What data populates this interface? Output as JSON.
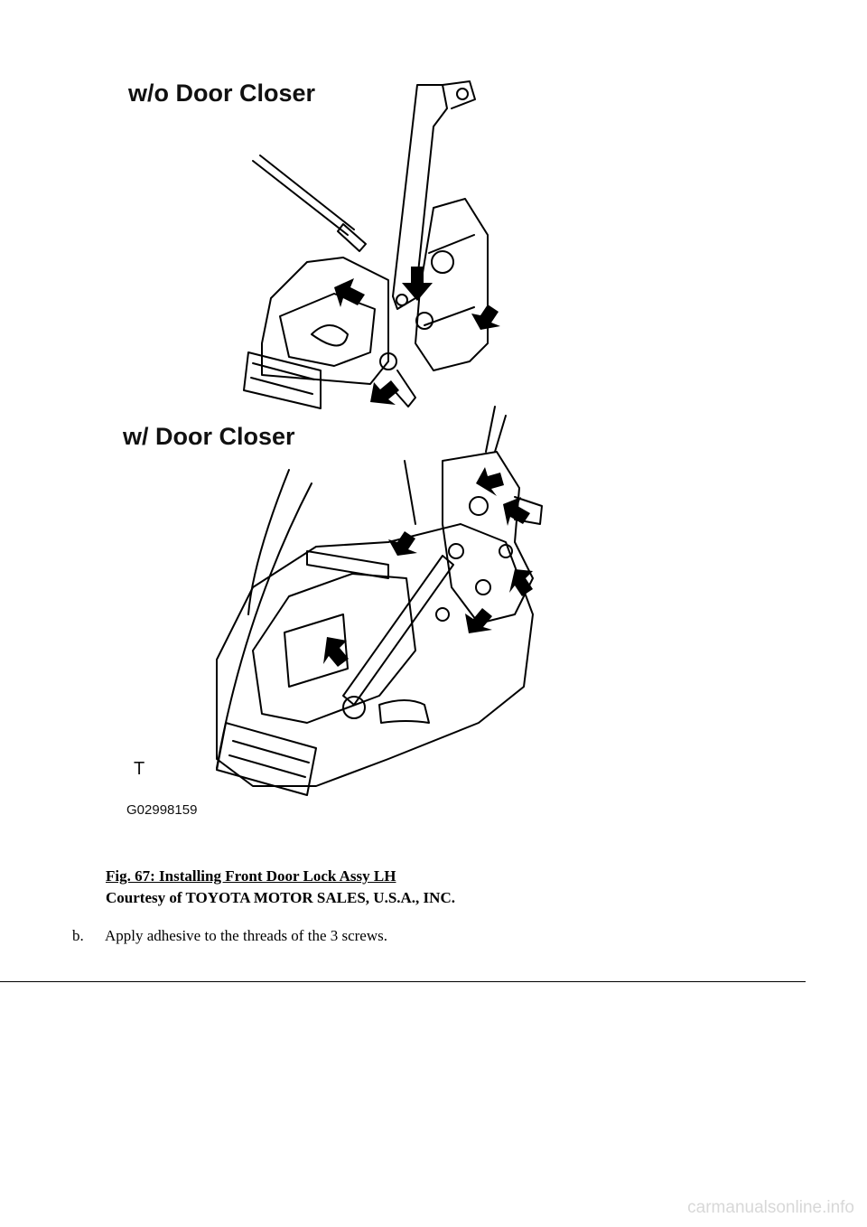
{
  "figure": {
    "label_top": "w/o Door Closer",
    "label_bottom": "w/ Door Closer",
    "front_marker": "T",
    "figure_id": "G02998159"
  },
  "caption": {
    "title": "Fig. 67: Installing Front Door Lock Assy LH",
    "credit": "Courtesy of TOYOTA MOTOR SALES, U.S.A., INC."
  },
  "step": {
    "marker": "b.",
    "text": "Apply adhesive to the threads of the 3 screws."
  },
  "watermark": "carmanualsonline.info"
}
